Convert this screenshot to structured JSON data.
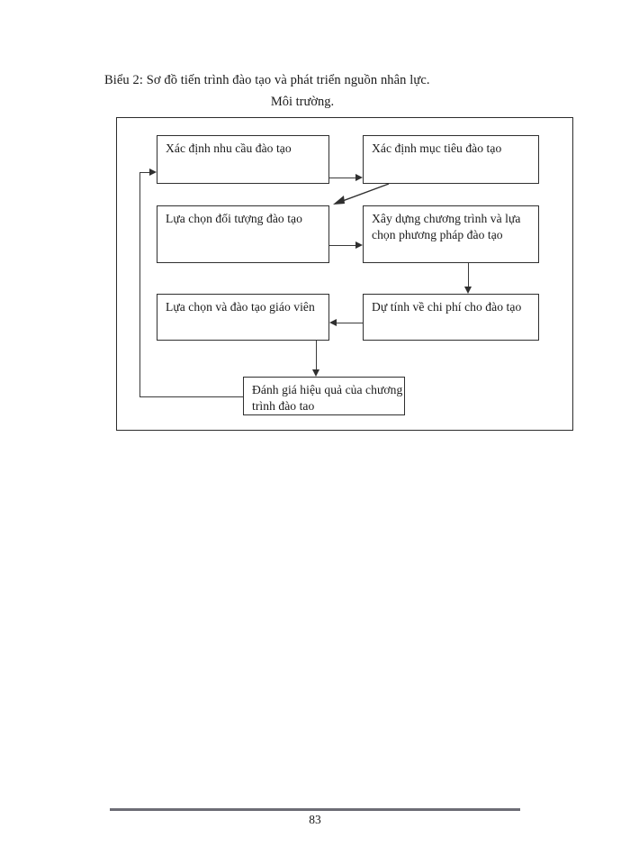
{
  "document": {
    "caption_line_1": "Biểu 2: Sơ đồ tiến trình đào tạo và phát triển nguồn nhân lực.",
    "caption_line_2": "Môi trường.",
    "page_number": "83"
  },
  "diagram": {
    "nodes": [
      {
        "id": "need",
        "label": "Xác định nhu cầu đào tạo"
      },
      {
        "id": "goal",
        "label": "Xác định mục tiêu  đào tạo"
      },
      {
        "id": "audience",
        "label": "Lựa chọn đối tượng đào tạo"
      },
      {
        "id": "program",
        "label": "Xây dựng chương trình và lựa  chọn phương pháp đào tạo"
      },
      {
        "id": "teacher",
        "label": "Lựa chọn và đào tạo giáo viên"
      },
      {
        "id": "cost",
        "label": "Dự tính về chi phí cho đào tạo"
      },
      {
        "id": "evaluate",
        "label": "Đánh giá hiệu quả của chương trình đào tao"
      }
    ],
    "edges": [
      {
        "from": "need",
        "to": "goal",
        "kind": "arrow-right"
      },
      {
        "from": "goal",
        "to": "audience",
        "kind": "arrow-diagonal-down-left"
      },
      {
        "from": "audience",
        "to": "program",
        "kind": "arrow-right"
      },
      {
        "from": "program",
        "to": "cost",
        "kind": "arrow-down"
      },
      {
        "from": "cost",
        "to": "teacher",
        "kind": "arrow-left"
      },
      {
        "from": "teacher",
        "to": "evaluate",
        "kind": "arrow-down"
      },
      {
        "from": "evaluate",
        "to": "need",
        "kind": "feedback-loop-left"
      }
    ],
    "frame_label": "Môi trường."
  },
  "colors": {
    "page_background": "#ffffff",
    "ink": "#1a1a1a",
    "stroke": "#2f2f2f",
    "footer_rule": "#6d6d75"
  }
}
